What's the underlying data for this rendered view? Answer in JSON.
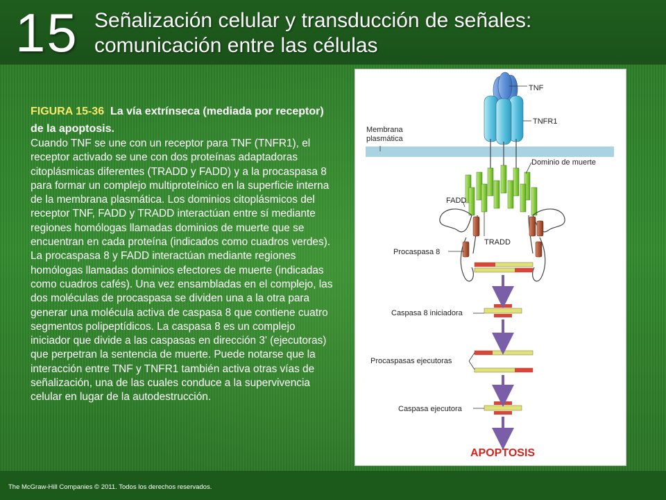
{
  "header": {
    "chapter_number": "15",
    "title": "Señalización celular y transducción de señales: comunicación entre las células"
  },
  "figure": {
    "label": "FIGURA 15-36",
    "title": "La vía extrínseca (mediada por receptor) de la apoptosis.",
    "caption": "Cuando TNF se une con un receptor para TNF (TNFR1), el receptor activado se une con dos proteínas adaptadoras citoplásmicas diferentes (TRADD y FADD) y a la procaspasa 8 para formar un complejo multiproteínico en la superficie interna de la membrana plasmática. Los dominios citoplásmicos del receptor TNF, FADD y TRADD interactúan entre sí mediante regiones homólogas llamadas dominios de muerte que se encuentran en cada proteína (indicados como cuadros verdes). La procaspasa 8 y FADD interactúan mediante regiones homólogas llamadas dominios efectores de muerte (indicadas como cuadros cafés). Una vez ensambladas en el complejo, las dos moléculas de procaspasa se dividen una a la otra para generar una molécula activa de caspasa 8 que contiene cuatro segmentos polipeptídicos. La caspasa 8 es un complejo iniciador que divide a las caspasas en dirección 3' (ejecutoras) que perpetran la sentencia de muerte. Puede notarse que la interacción entre TNF y TNFR1 también activa otras vías de señalización, una de las cuales conduce a la supervivencia celular en lugar de la autodestrucción."
  },
  "diagram": {
    "labels": {
      "tnf": "TNF",
      "tnfr1": "TNFR1",
      "membrane": "Membrana plasmática",
      "death_domain": "Dominio de muerte",
      "fadd": "FADD",
      "tradd": "TRADD",
      "procaspase8": "Procaspasa 8",
      "caspase8": "Caspasa 8 iniciadora",
      "procaspases_exec": "Procaspasas ejecutoras",
      "caspase_exec": "Caspasa ejecutora",
      "apoptosis": "APOPTOSIS"
    },
    "colors": {
      "tnf_blue": "#5b8fd6",
      "receptor_cyan": "#5cc3e0",
      "membrane": "#a9d3e3",
      "death_domain_green": "#8ccf3f",
      "effector_brown": "#b35c3e",
      "caspase_red": "#d6463a",
      "caspase_yellow": "#dfe27a",
      "arrow_purple": "#7b5ea8",
      "apoptosis_red": "#d8231c"
    }
  },
  "footer": {
    "copyright": "The McGraw-Hill Companies © 2011. Todos los derechos reservados."
  }
}
